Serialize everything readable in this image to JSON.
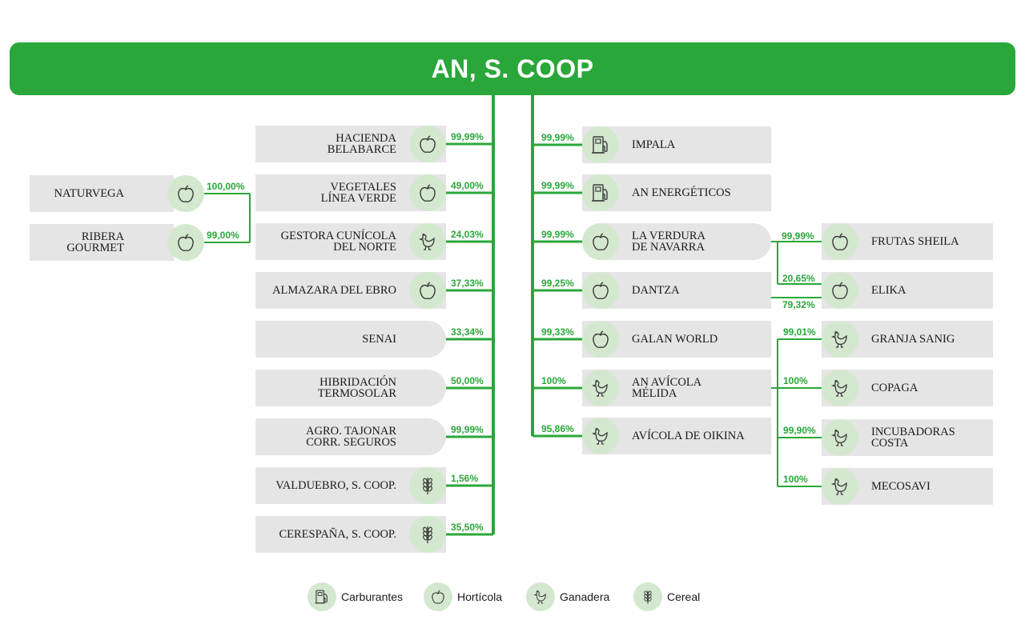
{
  "title": "AN, S. COOP",
  "colors": {
    "accent": "#2aa73a",
    "box": "#e5e5e5",
    "icon_bg": "#d3e8cf"
  },
  "left_column": [
    {
      "name": "HACIENDA\nBELABARCE",
      "pct": "99,99%",
      "icon": "apple-icon"
    },
    {
      "name": "VEGETALES\nLÍNEA VERDE",
      "pct": "49,00%",
      "icon": "apple-icon"
    },
    {
      "name": "GESTORA CUNÍCOLA\nDEL NORTE",
      "pct": "24,03%",
      "icon": "hen-icon"
    },
    {
      "name": "ALMAZARA DEL EBRO",
      "pct": "37,33%",
      "icon": "apple-icon"
    },
    {
      "name": "SENAI",
      "pct": "33,34%",
      "icon": ""
    },
    {
      "name": "HIBRIDACIÓN\nTERMOSOLAR",
      "pct": "50,00%",
      "icon": ""
    },
    {
      "name": "AGRO. TAJONAR\nCORR. SEGUROS",
      "pct": "99,99%",
      "icon": ""
    },
    {
      "name": "VALDUEBRO, S. COOP.",
      "pct": "1,56%",
      "icon": "wheat-icon"
    },
    {
      "name": "CERESPAÑA, S. COOP.",
      "pct": "35,50%",
      "icon": "wheat-icon"
    }
  ],
  "far_left": [
    {
      "name": "NATURVEGA",
      "pct": "100,00%",
      "icon": "apple-icon"
    },
    {
      "name": "RIBERA GOURMET",
      "pct": "99,00%",
      "icon": "apple-icon"
    }
  ],
  "right_column": [
    {
      "name": "IMPALA",
      "pct": "99,99%",
      "icon": "fuel-icon"
    },
    {
      "name": "AN ENERGÉTICOS",
      "pct": "99,99%",
      "icon": "fuel-icon"
    },
    {
      "name": "LA VERDURA\nDE NAVARRA",
      "pct": "99,99%",
      "icon": "apple-icon"
    },
    {
      "name": "DANTZA",
      "pct": "99,25%",
      "icon": "apple-icon"
    },
    {
      "name": "GALAN WORLD",
      "pct": "99,33%",
      "icon": "apple-icon"
    },
    {
      "name": "AN AVÍCOLA\nMÉLIDA",
      "pct": "100%",
      "icon": "hen-icon"
    },
    {
      "name": "AVÍCOLA DE OIKINA",
      "pct": "95,86%",
      "icon": "hen-icon"
    }
  ],
  "far_right": [
    {
      "name": "FRUTAS SHEILA",
      "pct": "99,99%",
      "icon": "apple-icon"
    },
    {
      "name": "ELIKA",
      "pct": "20,65%",
      "pct2": "79,32%",
      "icon": "apple-icon"
    },
    {
      "name": "GRANJA SANIG",
      "pct": "99,01%",
      "icon": "hen-icon"
    },
    {
      "name": "COPAGA",
      "pct": "100%",
      "icon": "hen-icon"
    },
    {
      "name": "INCUBADORAS\nCOSTA",
      "pct": "99,90%",
      "icon": "hen-icon"
    },
    {
      "name": "MECOSAVI",
      "pct": "100%",
      "icon": "hen-icon"
    }
  ],
  "legend": [
    {
      "label": "Carburantes",
      "icon": "fuel-icon"
    },
    {
      "label": "Hortícola",
      "icon": "apple-icon"
    },
    {
      "label": "Ganadera",
      "icon": "hen-icon"
    },
    {
      "label": "Cereal",
      "icon": "wheat-icon"
    }
  ]
}
